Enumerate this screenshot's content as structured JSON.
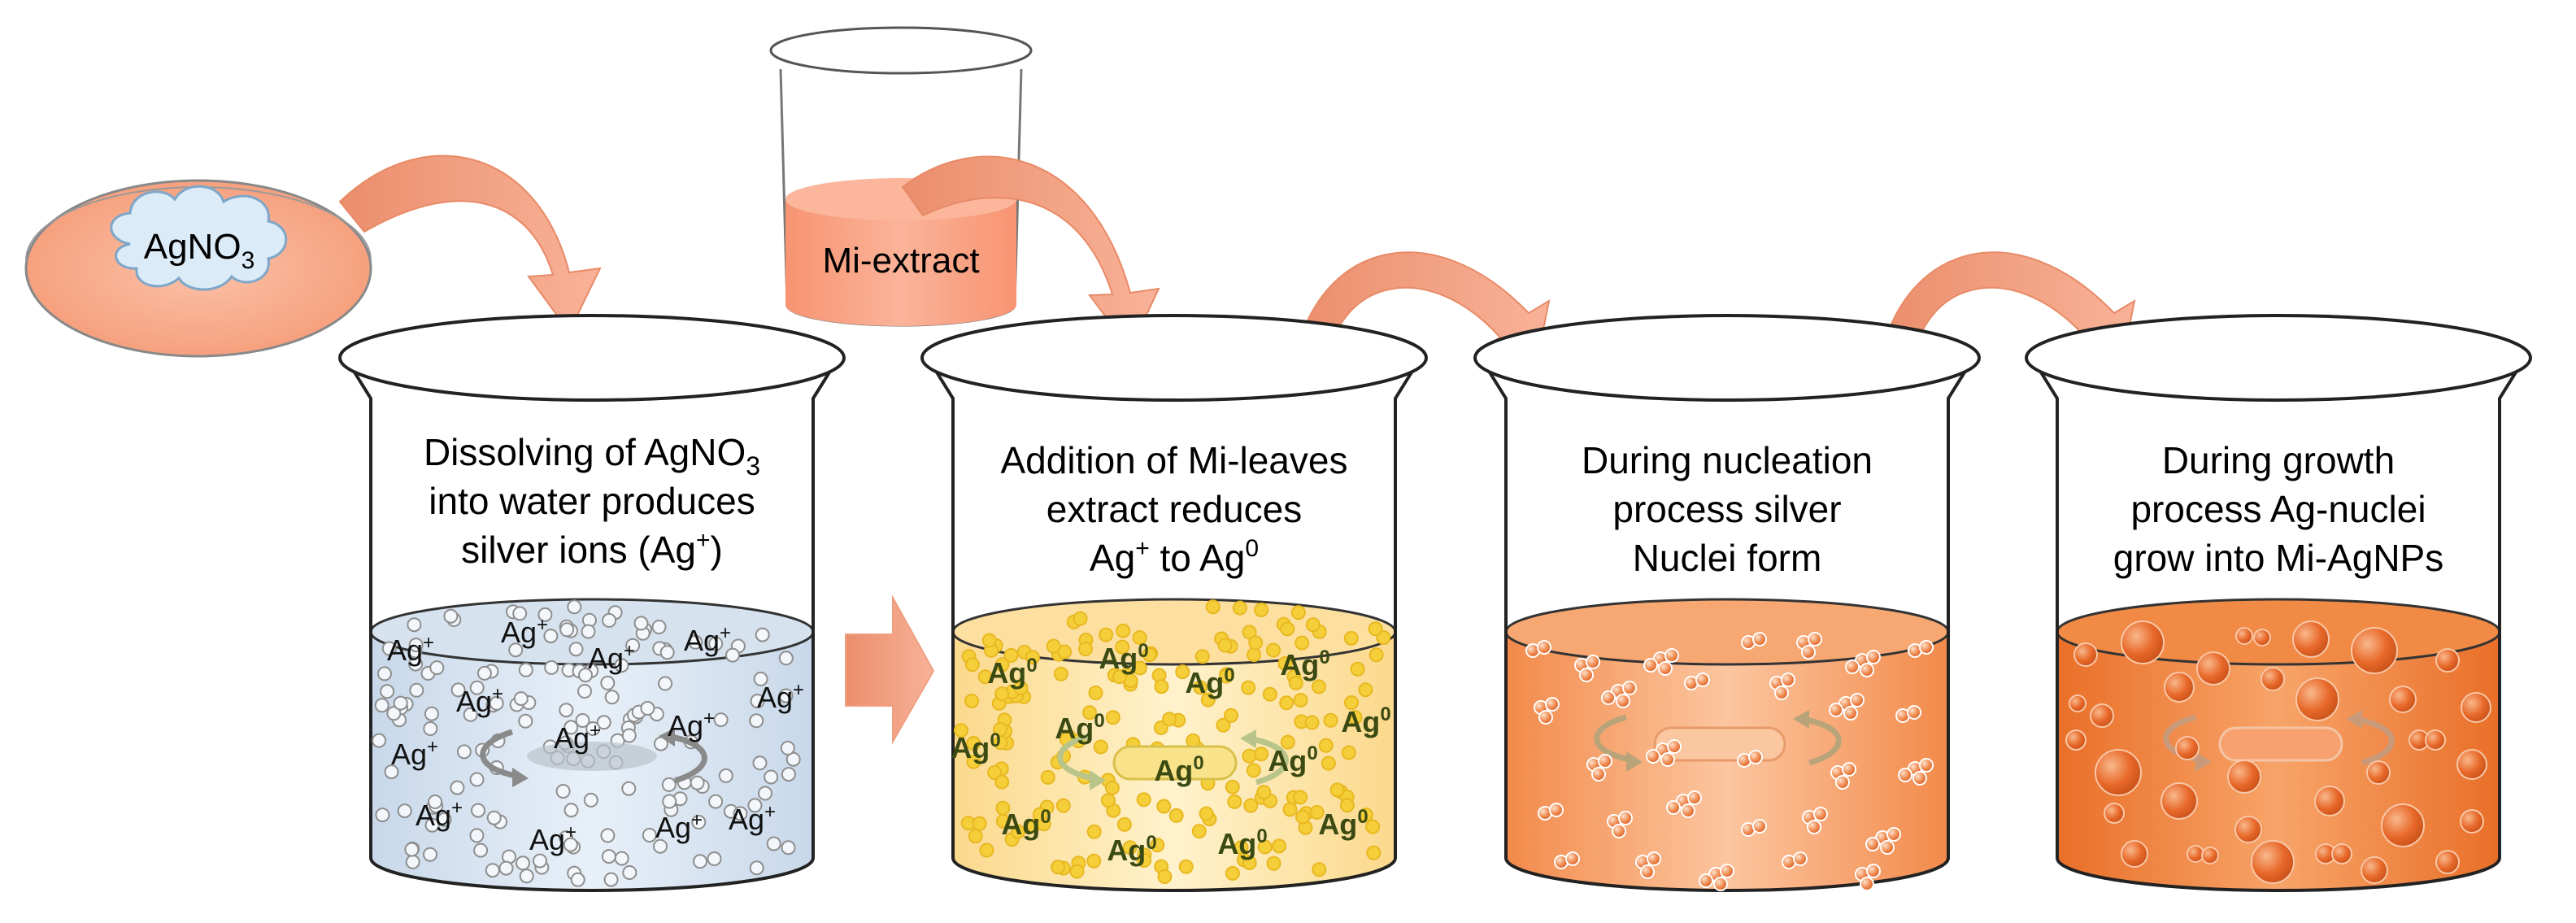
{
  "dish": {
    "label": "AgNO",
    "sub": "3"
  },
  "extract_beaker": {
    "label": "Mi-extract"
  },
  "step1": {
    "line1": "Dissolving of AgNO",
    "line1_sub": "3",
    "line2": "into water produces",
    "line3a": "silver ions (Ag",
    "line3_sup": "+",
    "line3b": ")"
  },
  "step2": {
    "line1": "Addition of Mi-leaves",
    "line2": "extract reduces",
    "line3a": "Ag",
    "line3_sup1": "+",
    "line3b": " to Ag",
    "line3_sup2": "0"
  },
  "step3": {
    "line1": "During nucleation",
    "line2": "process silver",
    "line3": "Nuclei form"
  },
  "step4": {
    "line1": "During growth",
    "line2": "process Ag-nuclei",
    "line3": "grow into Mi-AgNPs"
  },
  "ion_labels": {
    "silver_ion_base": "Ag",
    "silver_ion_sup": "+",
    "silver_atom_base": "Ag",
    "silver_atom_sup": "0"
  },
  "colors": {
    "dish_fill": "#f7a07e",
    "arrow_fill": "#f4a383",
    "solution1": "#dbe7f2",
    "solution2": "#fde7a8",
    "solution3": "#f59a5c",
    "solution4": "#ef7f3a",
    "particle_yellow": "#f5cf3a",
    "particle_orange": "#f7a56e"
  }
}
